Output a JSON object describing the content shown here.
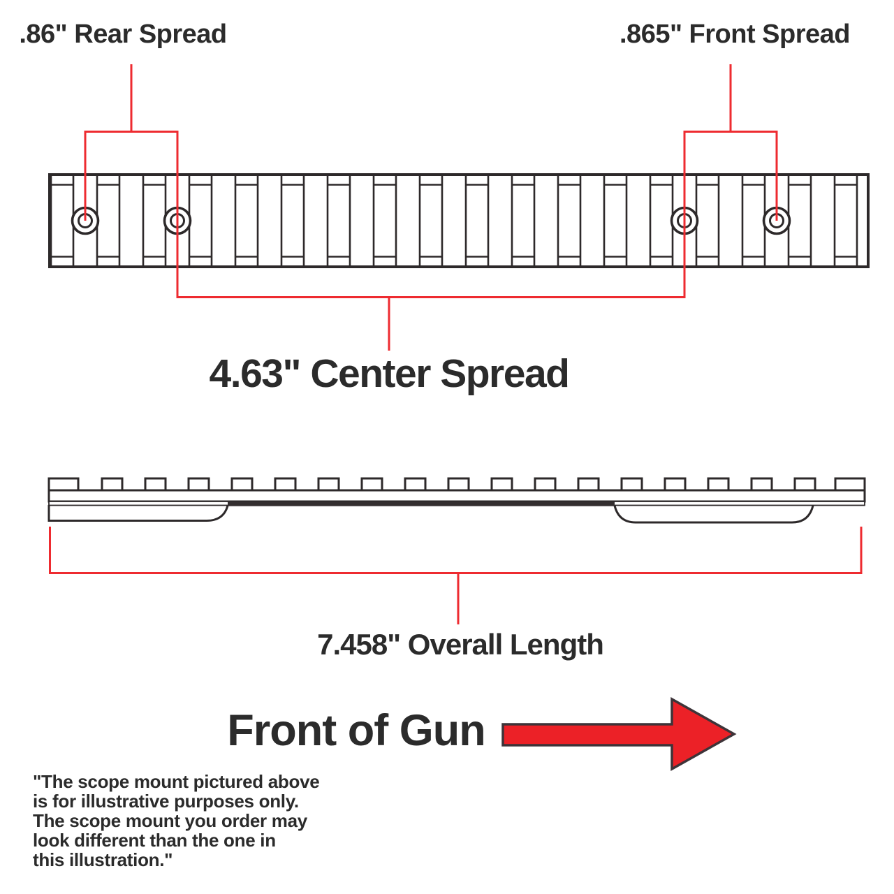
{
  "page": {
    "background": "#ffffff"
  },
  "colors": {
    "ink": "#2b2b2b",
    "drawing_stroke": "#2d292a",
    "dimension_red": "#ee2b30",
    "arrow_fill": "#ec2127",
    "arrow_outline": "#3d3439",
    "plate_dark": "#332e2f"
  },
  "labels": {
    "rear_spread": ".86\" Rear Spread",
    "front_spread": ".865\" Front Spread",
    "center_spread": "4.63\" Center Spread",
    "overall_length": "7.458\" Overall Length",
    "front_of_gun": "Front of Gun"
  },
  "measurements": {
    "rear_spread_inches": 0.86,
    "front_spread_inches": 0.865,
    "center_spread_inches": 4.63,
    "overall_length_inches": 7.458
  },
  "disclaimer": {
    "lines": [
      "\"The scope mount pictured above",
      "is for illustrative purposes only.",
      "The scope mount you order may",
      "look different than the one in",
      "this illustration.\""
    ]
  }
}
